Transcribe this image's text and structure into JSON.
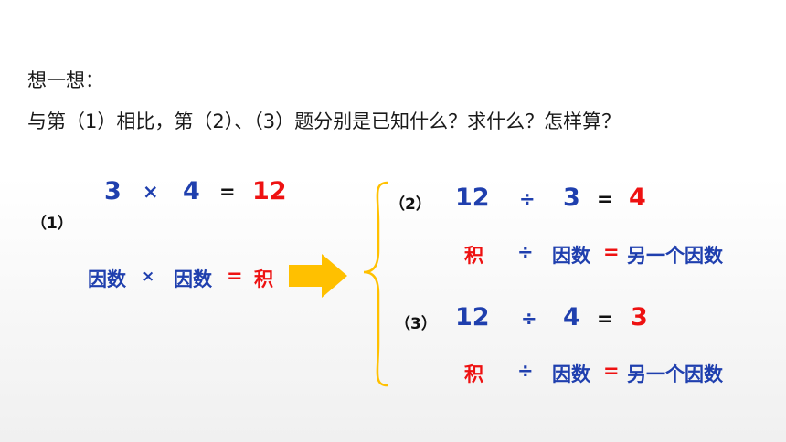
{
  "prompt": {
    "line1": "想一想：",
    "line2": "与第（1）相比，第（2）、（3）题分别是已知什么？求什么？怎样算？"
  },
  "eq1": {
    "label": "（1）",
    "a": "3",
    "op": "×",
    "b": "4",
    "eq": "=",
    "result": "12",
    "word_factor1": "因数",
    "word_op": "×",
    "word_factor2": "因数",
    "word_eq": "=",
    "word_product": "积"
  },
  "eq2": {
    "label": "（2）",
    "a": "12",
    "op": "÷",
    "b": "3",
    "eq": "=",
    "result": "4",
    "word_product": "积",
    "word_op": "÷",
    "word_factor": "因数",
    "word_eq": "=",
    "word_other": "另一个因数"
  },
  "eq3": {
    "label": "（3）",
    "a": "12",
    "op": "÷",
    "b": "4",
    "eq": "=",
    "result": "3",
    "word_product": "积",
    "word_op": "÷",
    "word_factor": "因数",
    "word_eq": "=",
    "word_other": "另一个因数"
  },
  "colors": {
    "blue": "#1f3fae",
    "red": "#ee1111",
    "arrow": "#ffc000",
    "brace": "#ffc000"
  }
}
